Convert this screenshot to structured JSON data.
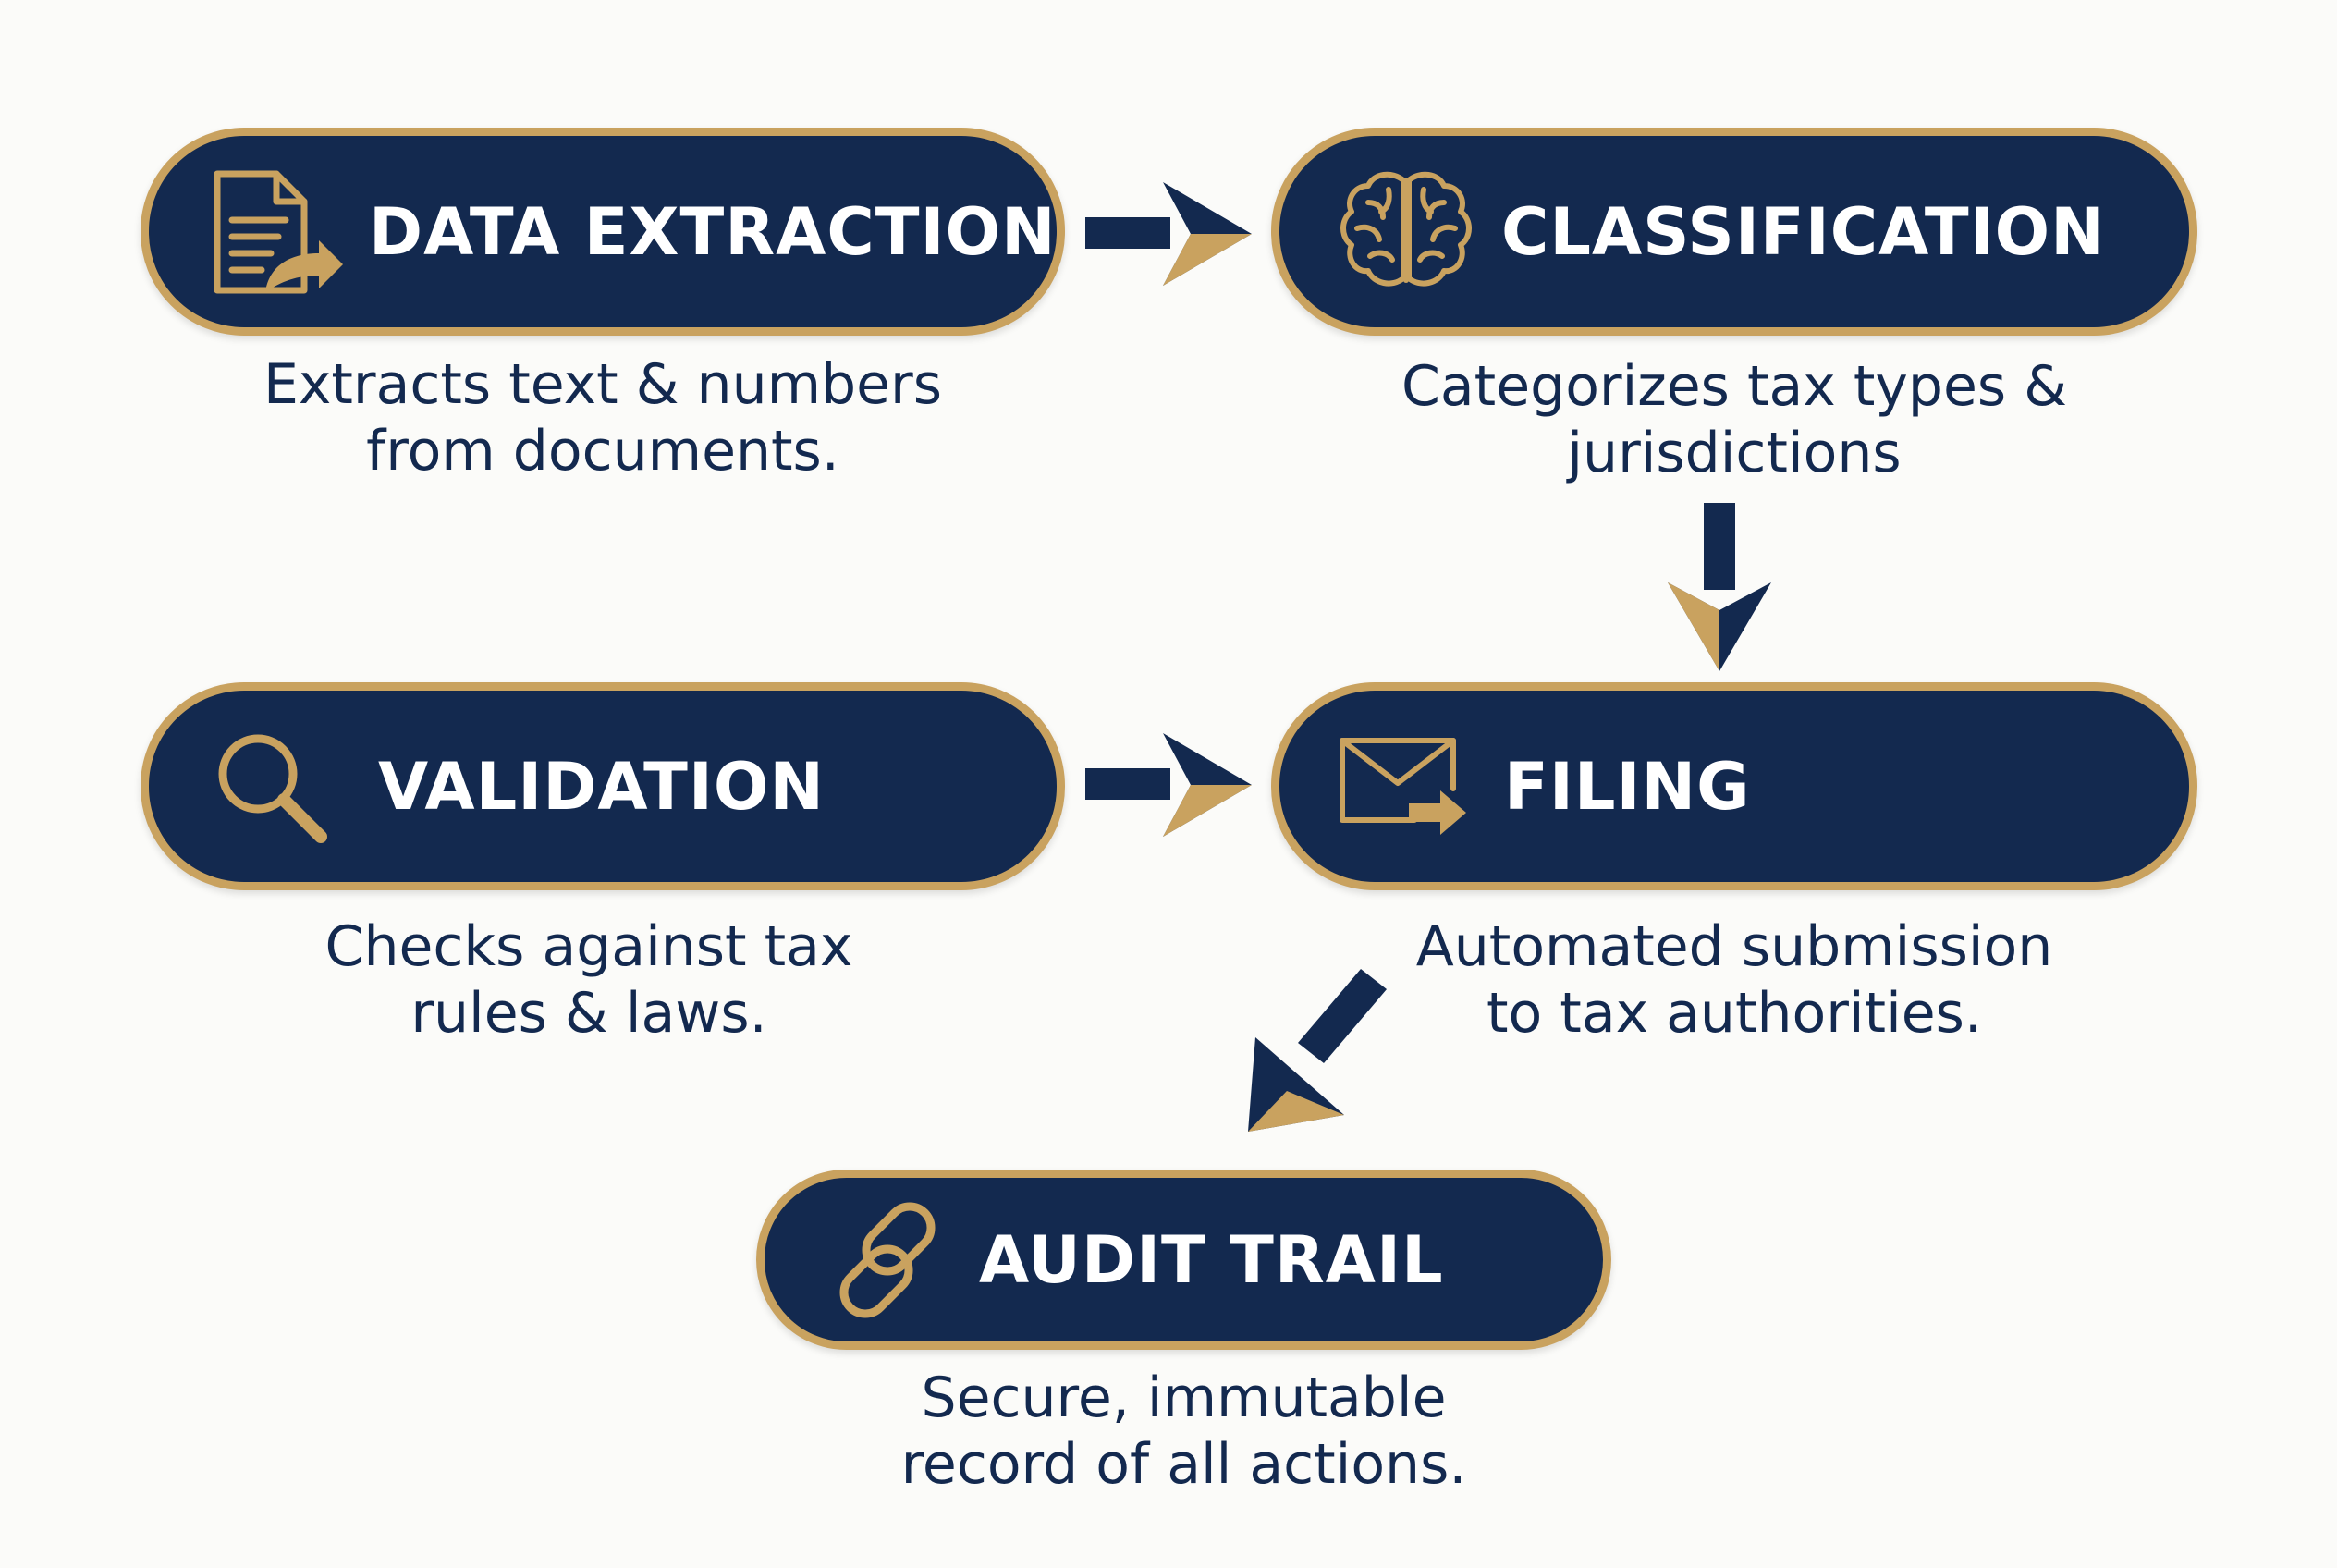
{
  "colors": {
    "navy": "#13294f",
    "gold": "#c9a25f",
    "background": "#fbfbf9"
  },
  "steps": [
    {
      "id": "data-extraction",
      "title": "DATA EXTRACTION",
      "icon": "document-export-icon",
      "description": [
        "Extracts text & numbers",
        "from documents."
      ]
    },
    {
      "id": "classification",
      "title": "CLASSIFICATION",
      "icon": "brain-icon",
      "description": [
        "Categorizes tax types &",
        "jurisdictions"
      ]
    },
    {
      "id": "validation",
      "title": "VALIDATION",
      "icon": "magnifier-icon",
      "description": [
        "Checks against tax",
        "rules & laws."
      ]
    },
    {
      "id": "filing",
      "title": "FILING",
      "icon": "envelope-send-icon",
      "description": [
        "Automated submission",
        "to tax authorities."
      ]
    },
    {
      "id": "audit-trail",
      "title": "AUDIT TRAIL",
      "icon": "chain-link-icon",
      "description": [
        "Secure, immutable",
        "record of all actions."
      ]
    }
  ],
  "flow": [
    {
      "from": "data-extraction",
      "to": "classification"
    },
    {
      "from": "classification",
      "to": "filing"
    },
    {
      "from": "validation",
      "to": "filing"
    },
    {
      "from": "filing",
      "to": "audit-trail"
    }
  ]
}
